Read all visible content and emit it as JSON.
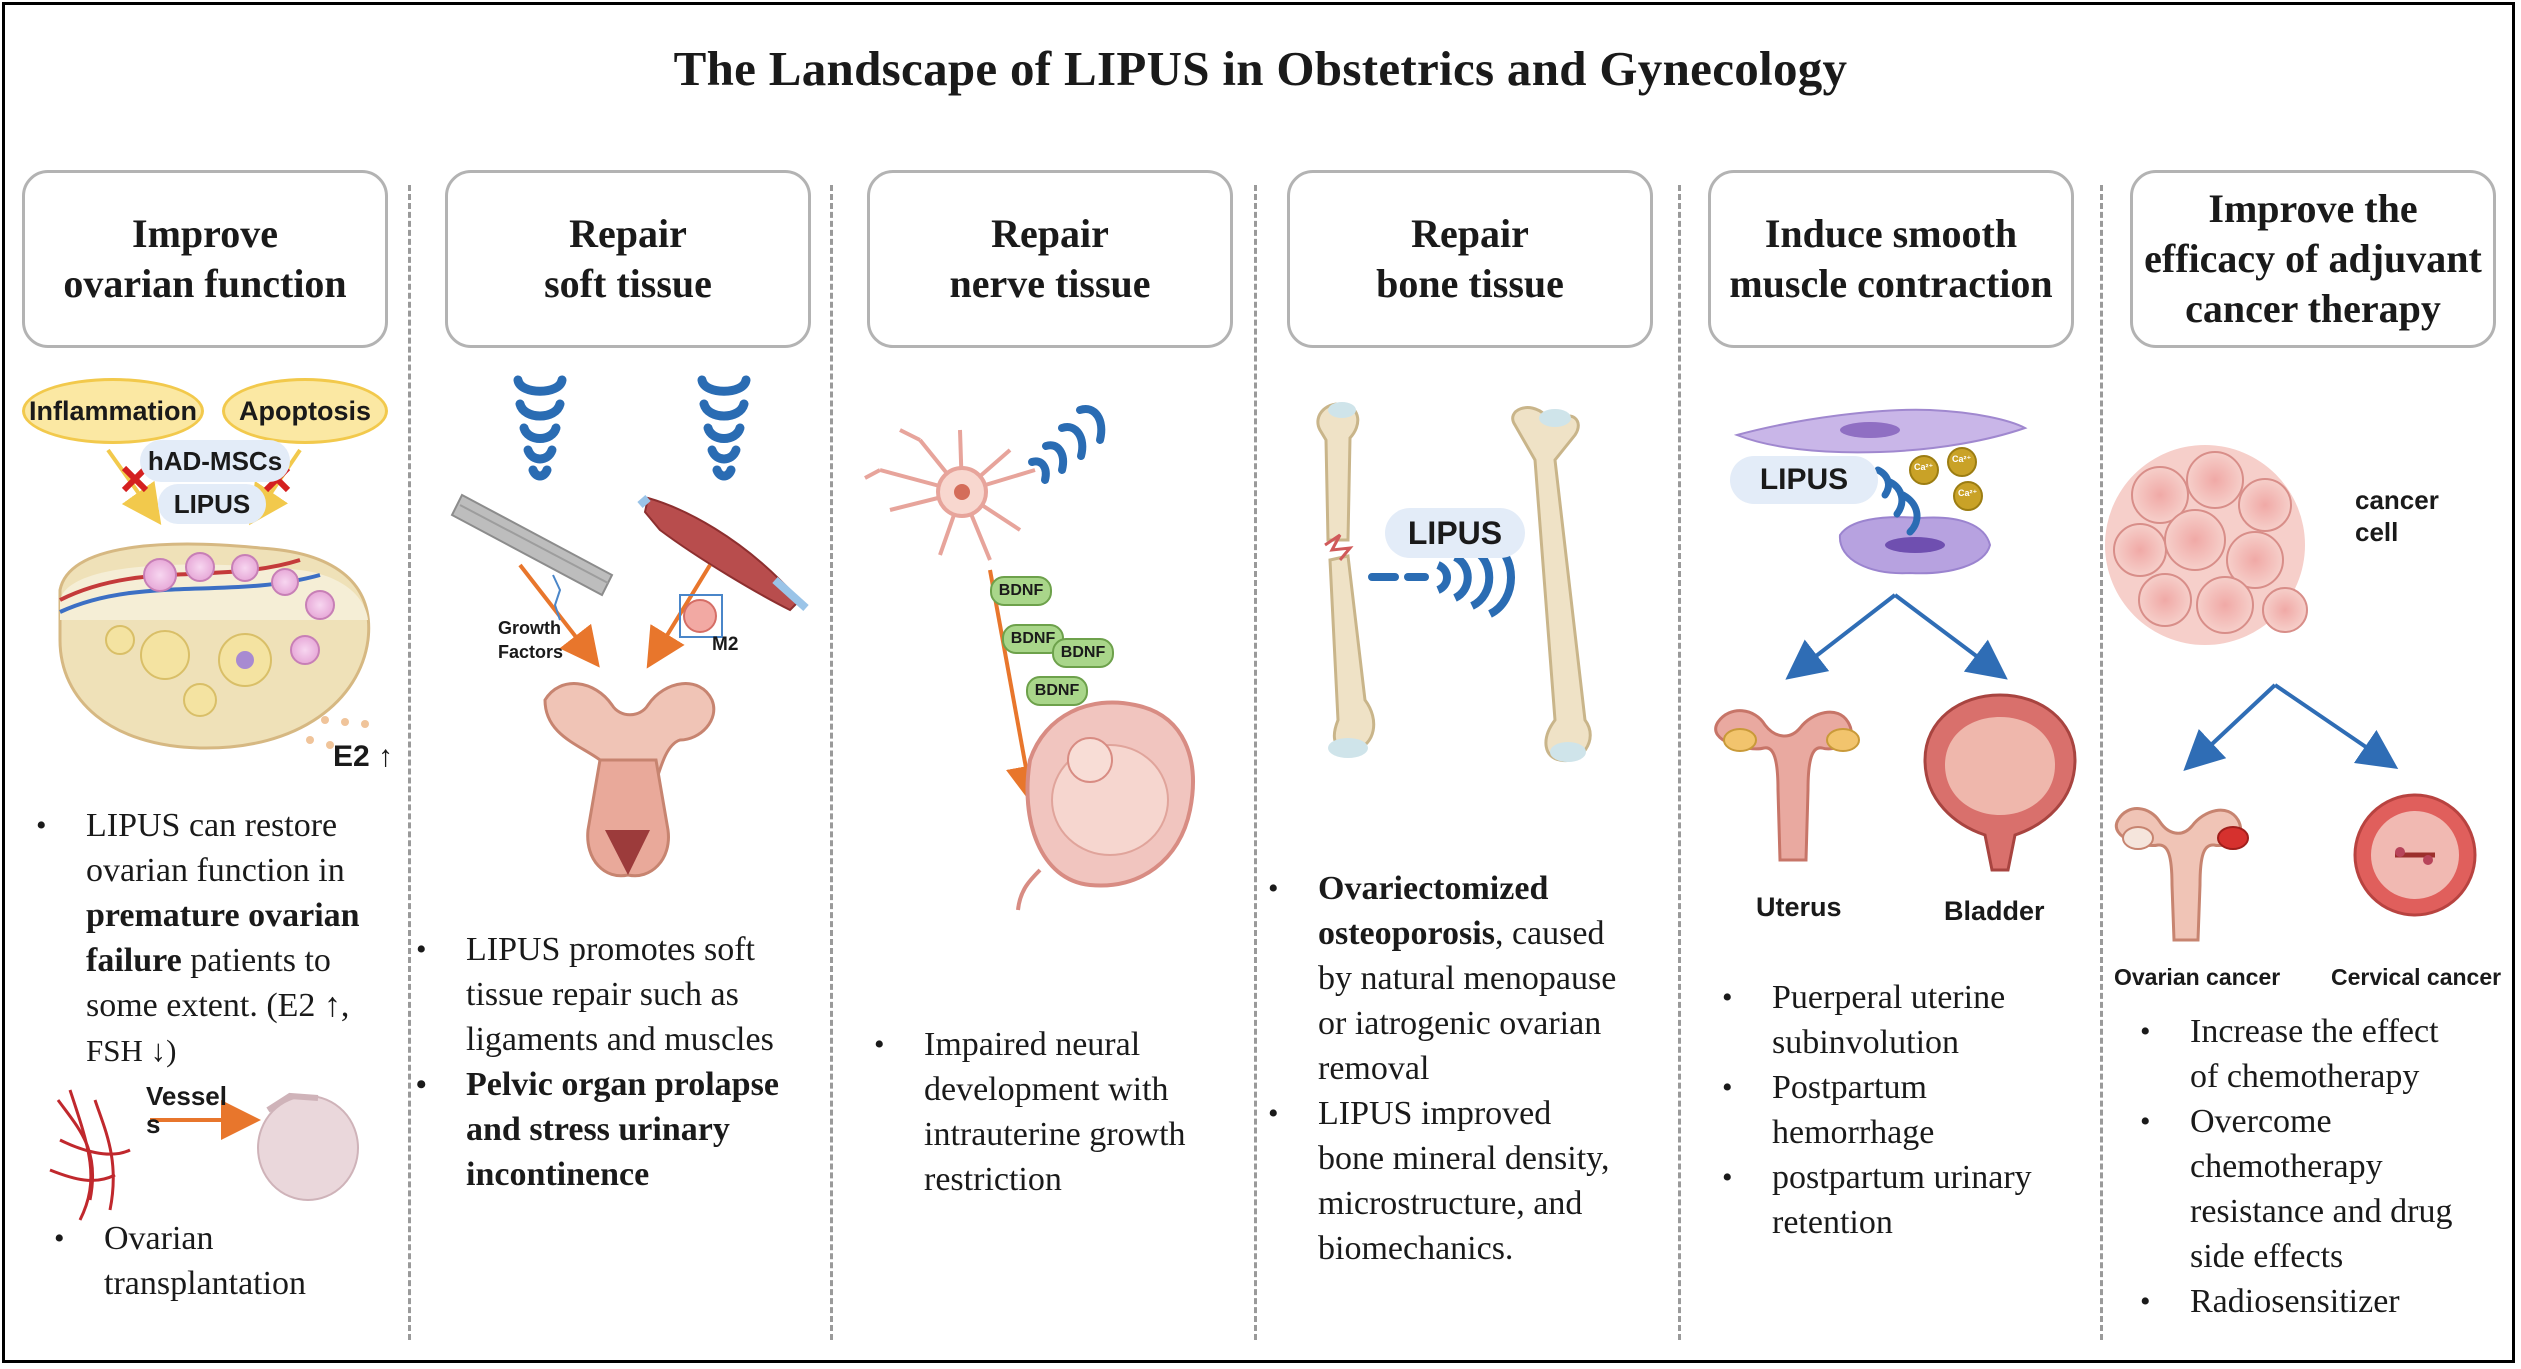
{
  "title": "The Landscape of LIPUS in Obstetrics and Gynecology",
  "columns": [
    {
      "heading": [
        "Improve",
        "ovarian function"
      ],
      "labels": {
        "inflammation": "Inflammation",
        "apoptosis": "Apoptosis",
        "msc": "hAD-MSCs",
        "lipus": "LIPUS",
        "e2": "E2 ↑",
        "vessels_1": "Vessel",
        "vessels_2": "s"
      },
      "bullet1": [
        "LIPUS can restore",
        "ovarian function in"
      ],
      "bullet1_bold": [
        "premature ovarian",
        "failure"
      ],
      "bullet1_rest": [
        " patients to",
        "some extent. (E2 ↑,",
        "FSH ↓)"
      ],
      "bullet2": [
        "Ovarian",
        "transplantation"
      ]
    },
    {
      "heading": [
        "Repair",
        "soft tissue"
      ],
      "labels": {
        "growth_factors_1": "Growth",
        "growth_factors_2": "Factors",
        "m2": "M2"
      },
      "bullet1": [
        "LIPUS promotes soft",
        "tissue repair such as",
        "ligaments and muscles"
      ],
      "bullet2": [
        "Pelvic organ prolapse",
        "and stress urinary",
        "incontinence"
      ]
    },
    {
      "heading": [
        "Repair",
        "nerve tissue"
      ],
      "labels": {
        "bdnf": "BDNF"
      },
      "bullet1": [
        "Impaired neural",
        "development with",
        "intrauterine growth",
        "restriction"
      ]
    },
    {
      "heading": [
        "Repair",
        "bone tissue"
      ],
      "labels": {
        "lipus": "LIPUS"
      },
      "bullet1_bold": [
        "Ovariectomized",
        "osteoporosis"
      ],
      "bullet1_rest": [
        ", caused",
        "by natural menopause",
        "or iatrogenic ovarian",
        "removal"
      ],
      "bullet2": [
        "LIPUS improved",
        "bone mineral density,",
        "microstructure, and",
        "biomechanics."
      ]
    },
    {
      "heading": [
        "Induce smooth",
        "muscle contraction"
      ],
      "labels": {
        "lipus": "LIPUS",
        "ca": "Ca²⁺",
        "uterus": "Uterus",
        "bladder": "Bladder"
      },
      "bullets": [
        [
          "Puerperal uterine",
          "subinvolution"
        ],
        [
          "Postpartum",
          "hemorrhage"
        ],
        [
          "postpartum urinary",
          "retention"
        ]
      ]
    },
    {
      "heading": [
        "Improve the",
        "efficacy of adjuvant",
        "cancer therapy"
      ],
      "labels": {
        "cancer_cell_1": "cancer",
        "cancer_cell_2": "cell",
        "ovarian": "Ovarian cancer",
        "cervical": "Cervical cancer"
      },
      "bullets": [
        [
          "Increase the effect",
          "of chemotherapy"
        ],
        [
          "Overcome",
          "chemotherapy",
          "resistance and drug",
          "side effects"
        ],
        [
          "Radiosensitizer"
        ]
      ]
    }
  ],
  "colors": {
    "arrow_orange": "#e8762c",
    "arrow_blue": "#2f6db5",
    "wave_blue": "#2a6cb3",
    "red_x": "#d42020",
    "bubble_yellow": "#fbe8a3",
    "cloud_blue": "#e3ecf8"
  }
}
